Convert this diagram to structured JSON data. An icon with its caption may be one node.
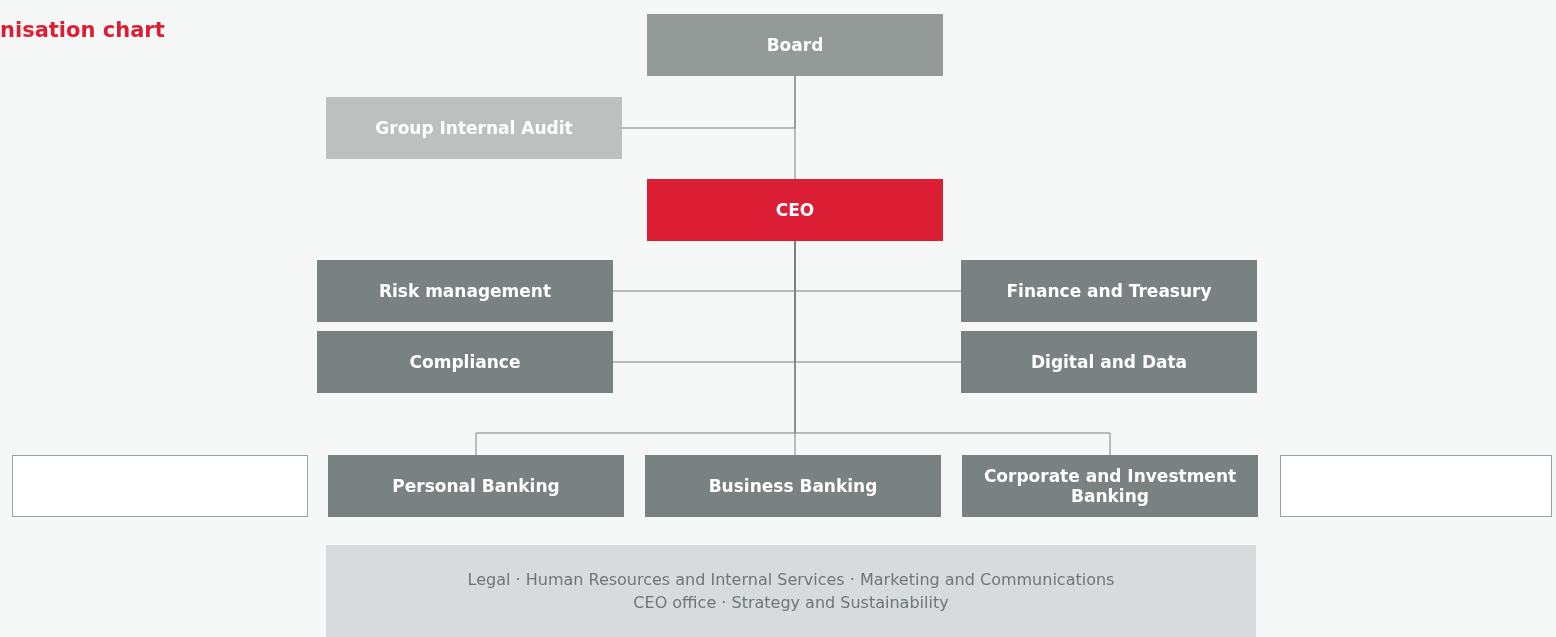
{
  "diagram": {
    "title": "nisation chart",
    "nodes": [
      {
        "text": [
          "Board"
        ]
      },
      {
        "text": [
          "Group Internal Audit"
        ]
      },
      {
        "text": [
          "CEO"
        ]
      },
      {
        "text": [
          "Risk management"
        ]
      },
      {
        "text": [
          "Finance and Treasury"
        ]
      },
      {
        "text": [
          "Compliance"
        ]
      },
      {
        "text": [
          "Digital and Data"
        ]
      },
      {
        "text": [],
        "shape": "box"
      },
      {
        "text": [
          "Personal Banking"
        ]
      },
      {
        "text": [
          "Business Banking"
        ]
      },
      {
        "text": [
          "Corporate and Investment Banking"
        ]
      },
      {
        "text": [],
        "shape": "box"
      },
      {
        "text": [
          "Legal · Human Resources and Internal Services · Marketing and Communications",
          "CEO office · Strategy and Sustainability"
        ]
      }
    ],
    "edges": [
      {
        "from": 0,
        "to": 2,
        "arrow": "none"
      },
      {
        "from": 0,
        "to": 1,
        "arrow": "none"
      },
      {
        "from": 2,
        "to": 3,
        "arrow": "none"
      },
      {
        "from": 2,
        "to": 4,
        "arrow": "none"
      },
      {
        "from": 2,
        "to": 5,
        "arrow": "none"
      },
      {
        "from": 2,
        "to": 6,
        "arrow": "none"
      },
      {
        "from": 2,
        "to": 8,
        "arrow": "none"
      },
      {
        "from": 2,
        "to": 9,
        "arrow": "none"
      },
      {
        "from": 2,
        "to": 10,
        "arrow": "none"
      }
    ]
  }
}
